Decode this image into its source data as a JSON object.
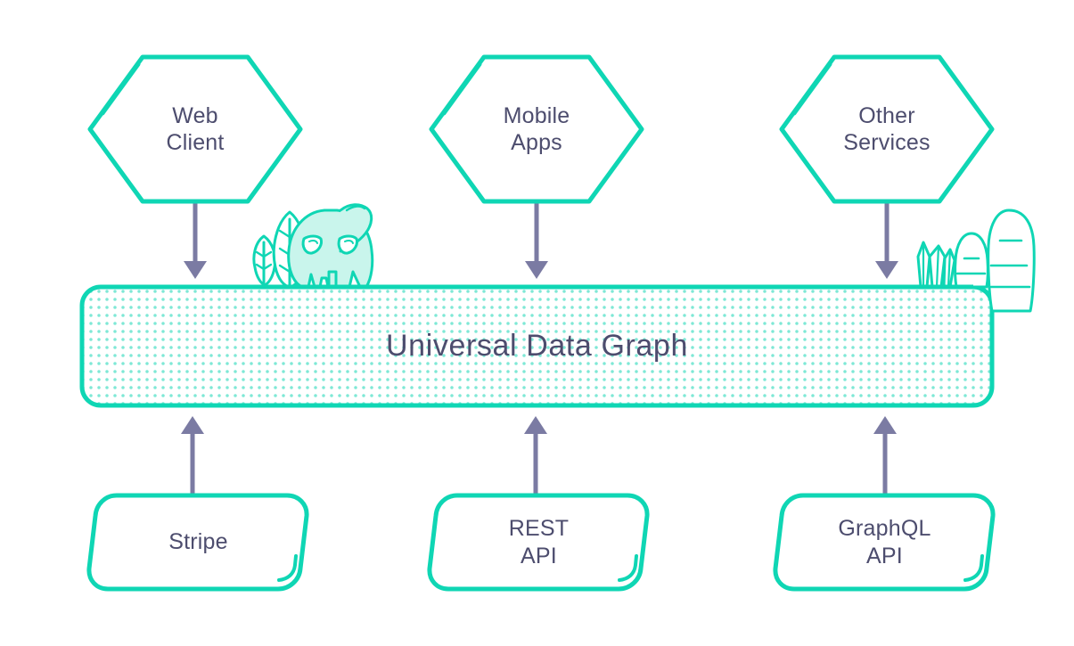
{
  "diagram": {
    "title": "Universal Data Graph",
    "palette": {
      "teal": "#0fd6b4",
      "teal_light": "#c9f5ec",
      "slate": "#4d4d6e",
      "arrow": "#7b7ba3",
      "background": "#ffffff",
      "dot": "#7fe8d6"
    },
    "consumers": [
      {
        "id": "web-client",
        "label": "Web\nClient",
        "shape": "hexagon"
      },
      {
        "id": "mobile-apps",
        "label": "Mobile\nApps",
        "shape": "hexagon"
      },
      {
        "id": "other-services",
        "label": "Other\nServices",
        "shape": "hexagon"
      }
    ],
    "banner": {
      "label": "Universal Data Graph",
      "shape": "rounded-rectangle",
      "fill": "dotted"
    },
    "sources": [
      {
        "id": "stripe",
        "label": "Stripe",
        "shape": "skewed-rounded-rectangle"
      },
      {
        "id": "rest-api",
        "label": "REST\nAPI",
        "shape": "skewed-rounded-rectangle"
      },
      {
        "id": "graphql-api",
        "label": "GraphQL\nAPI",
        "shape": "skewed-rounded-rectangle"
      }
    ],
    "connections": [
      {
        "from": "web-client",
        "to": "banner",
        "direction": "down"
      },
      {
        "from": "mobile-apps",
        "to": "banner",
        "direction": "down"
      },
      {
        "from": "other-services",
        "to": "banner",
        "direction": "down"
      },
      {
        "from": "stripe",
        "to": "banner",
        "direction": "up"
      },
      {
        "from": "rest-api",
        "to": "banner",
        "direction": "up"
      },
      {
        "from": "graphql-api",
        "to": "banner",
        "direction": "up"
      }
    ],
    "decorations": [
      {
        "id": "alien-mascot",
        "name": "alien-mascot-illustration"
      },
      {
        "id": "leaf-plants",
        "name": "leaf-plants-illustration"
      },
      {
        "id": "crystals",
        "name": "crystal-cluster-illustration"
      },
      {
        "id": "cacti",
        "name": "cactus-illustration"
      }
    ]
  }
}
